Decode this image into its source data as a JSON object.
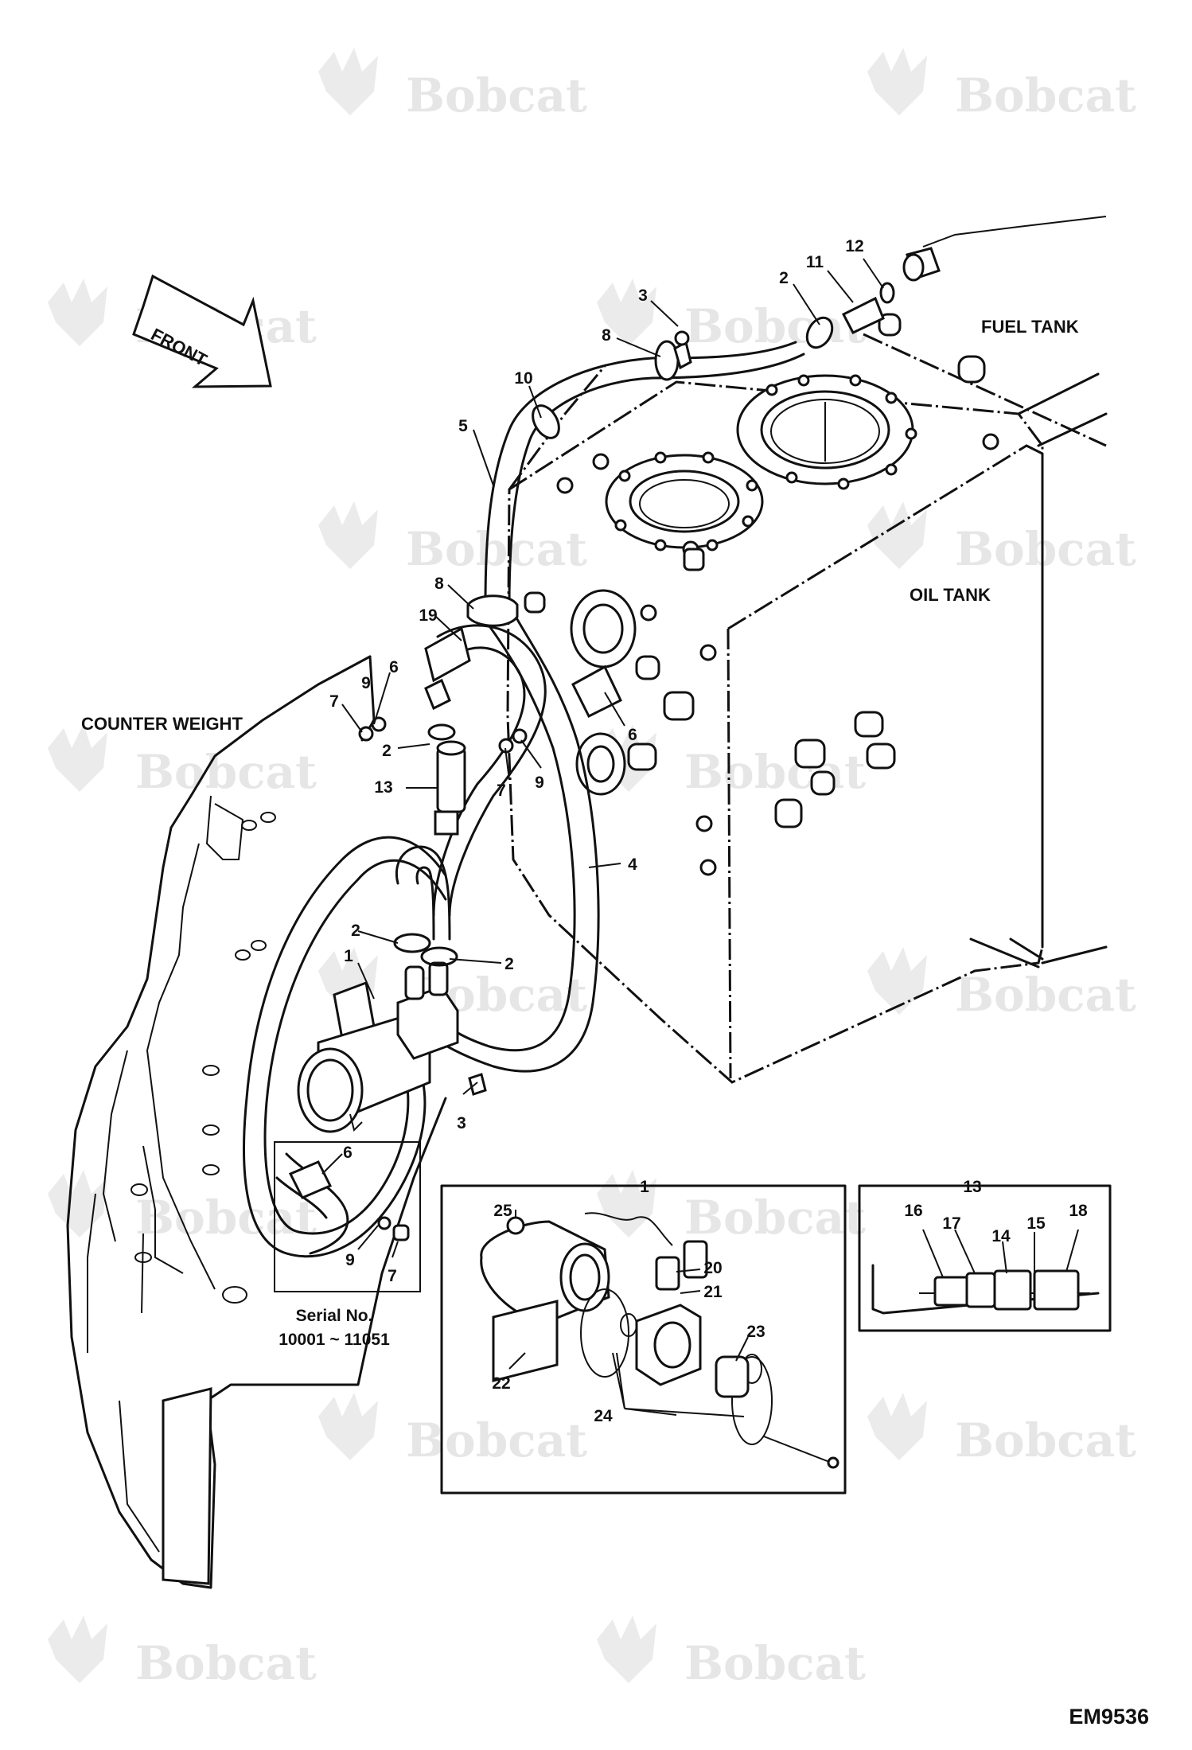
{
  "watermark": {
    "brand": "Bobcat"
  },
  "drawing_code": "EM9536",
  "direction_arrow": {
    "label": "FRONT"
  },
  "assembly_labels": {
    "fuel_tank": "FUEL TANK",
    "oil_tank": "OIL TANK",
    "counter_weight": "COUNTER WEIGHT"
  },
  "serial_note": {
    "line1": "Serial No.",
    "line2": "10001 ~ 11051"
  },
  "inset_titles": {
    "pump": "1",
    "valve": "13"
  },
  "callouts": {
    "c1": "1",
    "c2": "2",
    "c3": "3",
    "c4": "4",
    "c5": "5",
    "c6": "6",
    "c7": "7",
    "c8": "8",
    "c9": "9",
    "c10": "10",
    "c11": "11",
    "c12": "12",
    "c13": "13",
    "c14": "14",
    "c15": "15",
    "c16": "16",
    "c17": "17",
    "c18": "18",
    "c19": "19",
    "c20": "20",
    "c21": "21",
    "c22": "22",
    "c23": "23",
    "c24": "24",
    "c25": "25"
  }
}
